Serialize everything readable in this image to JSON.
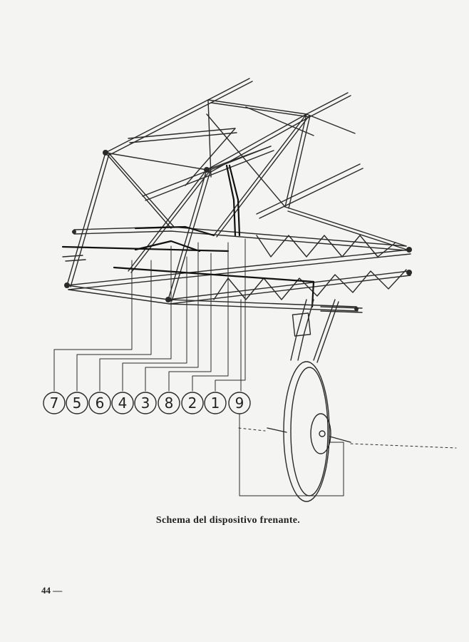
{
  "caption": "Schema del dispositivo frenante.",
  "page_number": "44 —",
  "callouts": [
    "7",
    "5",
    "6",
    "4",
    "3",
    "8",
    "2",
    "1",
    "9"
  ]
}
